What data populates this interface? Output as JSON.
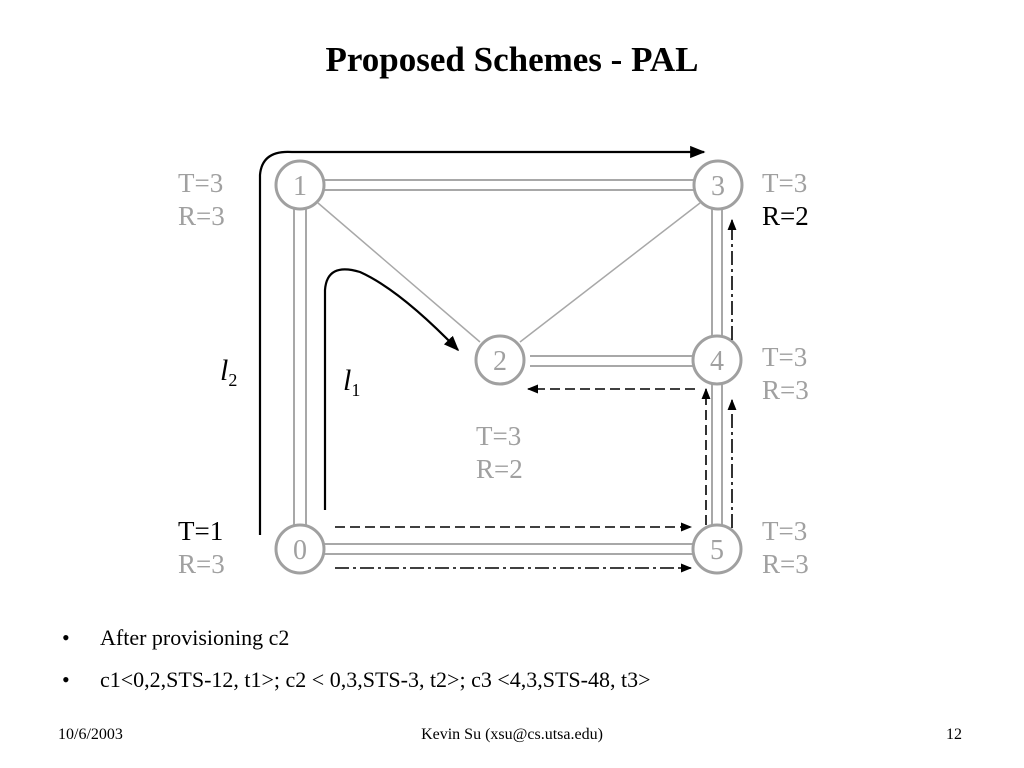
{
  "slide": {
    "title": "Proposed Schemes - PAL"
  },
  "diagram": {
    "nodes": [
      {
        "id": "0",
        "label": "0",
        "t": "T=1",
        "r": "R=3"
      },
      {
        "id": "1",
        "label": "1",
        "t": "T=3",
        "r": "R=3"
      },
      {
        "id": "2",
        "label": "2",
        "t": "T=3",
        "r": "R=2"
      },
      {
        "id": "3",
        "label": "3",
        "t": "T=3",
        "r": "R=2"
      },
      {
        "id": "4",
        "label": "4",
        "t": "T=3",
        "r": "R=3"
      },
      {
        "id": "5",
        "label": "5",
        "t": "T=3",
        "r": "R=3"
      }
    ],
    "paths": {
      "l1": {
        "letter": "l",
        "subscript": "1"
      },
      "l2": {
        "letter": "l",
        "subscript": "2"
      }
    },
    "colors": {
      "node_stroke": "#a0a0a0",
      "node_text": "#a0a0a0",
      "link": "#a8a8a8",
      "path": "#000000"
    }
  },
  "bullets": [
    {
      "symbol": "•",
      "text": "After provisioning c2"
    },
    {
      "symbol": "•",
      "text": "c1<0,2,STS-12, t1>; c2 < 0,3,STS-3, t2>; c3 <4,3,STS-48, t3>"
    }
  ],
  "footer": {
    "date": "10/6/2003",
    "author": "Kevin Su (xsu@cs.utsa.edu)",
    "page": "12"
  }
}
